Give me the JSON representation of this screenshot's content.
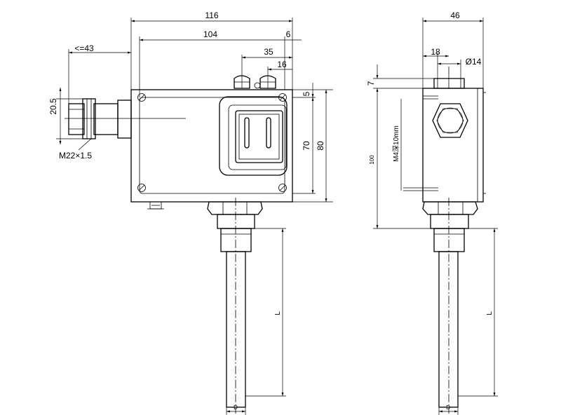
{
  "front_view": {
    "dim_overall_width": "116",
    "dim_inner_width": "104",
    "dim_edge": "6",
    "dim_knob_span": "35",
    "dim_knob_gap": "16",
    "dim_cable_length": "<=43",
    "dim_cable_height": "20.5",
    "dim_top_offset": "5",
    "dim_inner_height": "70",
    "dim_overall_height": "80",
    "thread_label": "M22×1.5",
    "stem_length_label": "L",
    "stem_diameter_label": "D"
  },
  "side_view": {
    "dim_overall_width": "46",
    "dim_nut_width": "18",
    "dim_knob_diameter": "Ø14",
    "dim_top_offset": "7",
    "dim_height": "100",
    "mount_hole_label": "M4深10mm",
    "stem_length_label": "L",
    "stem_diameter_label": "D"
  }
}
